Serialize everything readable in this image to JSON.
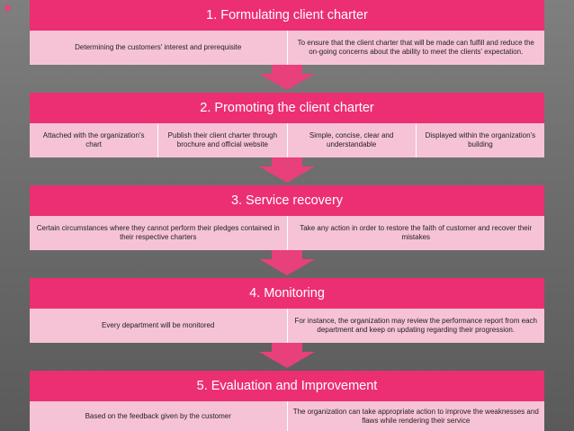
{
  "steps": [
    {
      "title": "1. Formulating client charter",
      "items": [
        "Determining the customers' interest and prerequisite",
        "To ensure that the client charter that will be made can fulfill and reduce the on-going concerns about the ability to meet the clients' expectation."
      ]
    },
    {
      "title": "2. Promoting the client charter",
      "items": [
        "Attached with the organization's chart",
        "Publish their client charter through brochure and official website",
        "Simple, concise, clear and understandable",
        "Displayed within the organization's building"
      ]
    },
    {
      "title": "3. Service recovery",
      "items": [
        "Certain circumstances where they cannot perform their pledges contained in their respective charters",
        "Take any action in order to restore the faith of customer and recover their mistakes"
      ]
    },
    {
      "title": "4. Monitoring",
      "items": [
        "Every department will be monitored",
        "For instance, the organization may review the performance report from each department and keep on updating regarding their progression."
      ]
    },
    {
      "title": "5. Evaluation and Improvement",
      "items": [
        "Based on the feedback given by the customer",
        "The organization can take appropriate action to improve the weaknesses and flaws while rendering their service"
      ]
    }
  ],
  "colors": {
    "header": "#ec2f73",
    "subrow": "#f6c3d6",
    "arrow": "#e8407a",
    "background": "#6e6e6e"
  }
}
